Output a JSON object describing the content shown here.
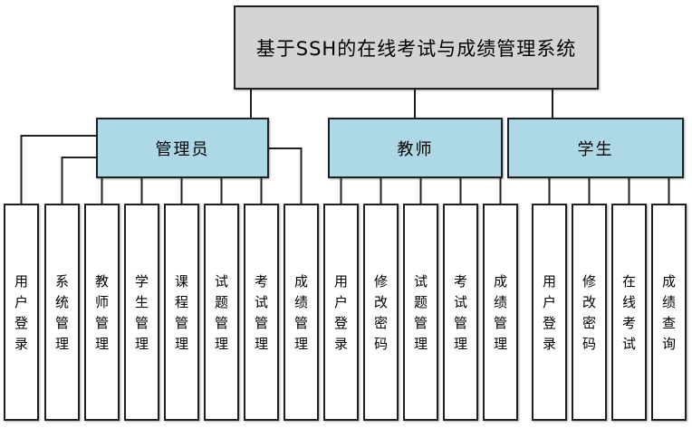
{
  "diagram": {
    "title": "基于SSH的在线考试与成绩管理系统",
    "branches": [
      {
        "label": "管理员",
        "children": [
          "用户登录",
          "系统管理",
          "教师管理",
          "学生管理",
          "课程管理",
          "试题管理",
          "考试管理",
          "成绩管理"
        ]
      },
      {
        "label": "教师",
        "children": [
          "用户登录",
          "修改密码",
          "试题管理",
          "考试管理",
          "成绩管理"
        ]
      },
      {
        "label": "学生",
        "children": [
          "用户登录",
          "修改密码",
          "在线考试",
          "成绩查询"
        ]
      }
    ],
    "colors": {
      "root_fill": "#d4d4d4",
      "branch_fill": "#add8e6",
      "leaf_fill": "#ffffff",
      "border_and_line": "#1f1f1f",
      "background": "#ffffff"
    }
  }
}
